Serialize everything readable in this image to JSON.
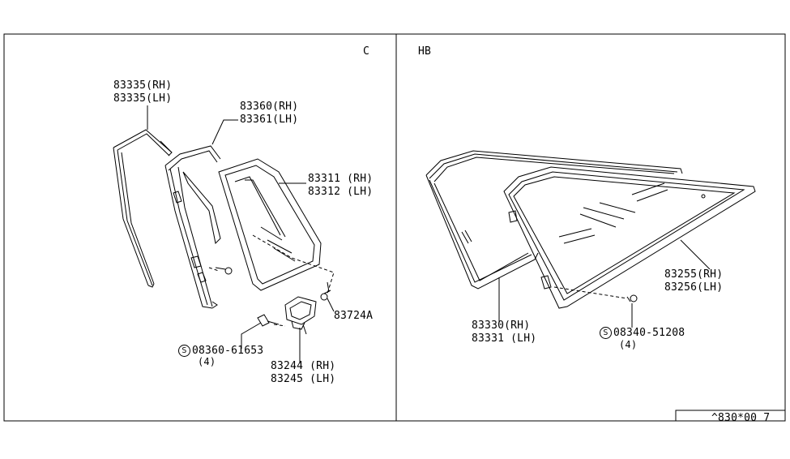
{
  "panels": {
    "left_code": "C",
    "right_code": "HB"
  },
  "parts": {
    "p83335_rh": "83335(RH)",
    "p83335_lh": "83335(LH)",
    "p83360_rh": "83360(RH)",
    "p83361_lh": "83361(LH)",
    "p83311_rh": "83311 (RH)",
    "p83312_lh": "83312 (LH)",
    "p83724a": "83724A",
    "p83244_rh": "83244 (RH)",
    "p83245_lh": "83245 (LH)",
    "bolt_left_symbol": "S",
    "bolt_left_code": "08360-61653",
    "bolt_left_qty": "(4)",
    "p83330_rh": "83330(RH)",
    "p83331_lh": "83331 (LH)",
    "p83255_rh": "83255(RH)",
    "p83256_lh": "83256(LH)",
    "bolt_right_symbol": "S",
    "bolt_right_code": "08340-51208",
    "bolt_right_qty": "(4)"
  },
  "footer": {
    "ref_code": "^830*00 7"
  }
}
